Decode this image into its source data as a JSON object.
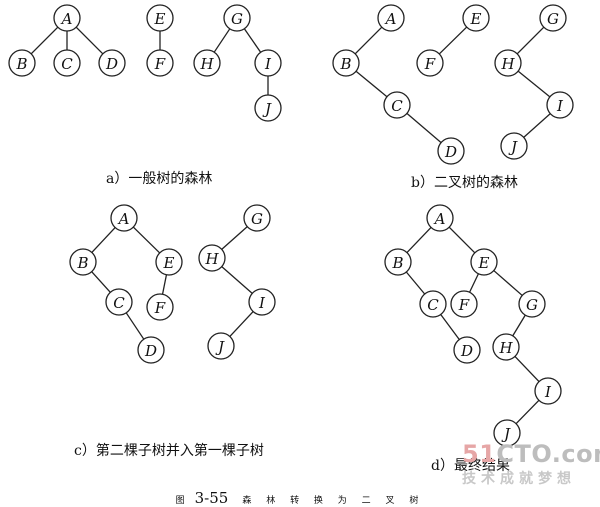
{
  "captions": {
    "a": "a）一般树的森林",
    "b": "b）二叉树的森林",
    "c": "c）第二棵子树并入第一棵子树",
    "d": "d）最终结果"
  },
  "figure": {
    "number": "3-55",
    "prefix": "图",
    "title": "森 林 转 换 为 二 叉 树"
  },
  "watermark": {
    "site_red": "51",
    "site_rest": "CTO.com",
    "slogan": "技术成就梦想"
  },
  "panels": [
    {
      "id": "a",
      "nodes": [
        "A",
        "B",
        "C",
        "D",
        "E",
        "F",
        "G",
        "H",
        "I",
        "J"
      ],
      "edges": [
        [
          "A",
          "B"
        ],
        [
          "A",
          "C"
        ],
        [
          "A",
          "D"
        ],
        [
          "E",
          "F"
        ],
        [
          "G",
          "H"
        ],
        [
          "G",
          "I"
        ],
        [
          "I",
          "J"
        ]
      ]
    },
    {
      "id": "b",
      "nodes": [
        "A",
        "B",
        "C",
        "D",
        "E",
        "F",
        "G",
        "H",
        "I",
        "J"
      ],
      "edges": [
        [
          "A",
          "B"
        ],
        [
          "B",
          "C"
        ],
        [
          "C",
          "D"
        ],
        [
          "E",
          "F"
        ],
        [
          "G",
          "H"
        ],
        [
          "H",
          "I"
        ],
        [
          "I",
          "J"
        ]
      ]
    },
    {
      "id": "c",
      "nodes": [
        "A",
        "B",
        "C",
        "D",
        "E",
        "F",
        "G",
        "H",
        "I",
        "J"
      ],
      "edges": [
        [
          "A",
          "B"
        ],
        [
          "A",
          "E"
        ],
        [
          "B",
          "C"
        ],
        [
          "C",
          "D"
        ],
        [
          "E",
          "F"
        ],
        [
          "G",
          "H"
        ],
        [
          "H",
          "I"
        ],
        [
          "I",
          "J"
        ]
      ]
    },
    {
      "id": "d",
      "nodes": [
        "A",
        "B",
        "C",
        "D",
        "E",
        "F",
        "G",
        "H",
        "I",
        "J"
      ],
      "edges": [
        [
          "A",
          "B"
        ],
        [
          "A",
          "E"
        ],
        [
          "B",
          "C"
        ],
        [
          "C",
          "D"
        ],
        [
          "E",
          "F"
        ],
        [
          "E",
          "G"
        ],
        [
          "G",
          "H"
        ],
        [
          "H",
          "I"
        ],
        [
          "I",
          "J"
        ]
      ]
    }
  ]
}
